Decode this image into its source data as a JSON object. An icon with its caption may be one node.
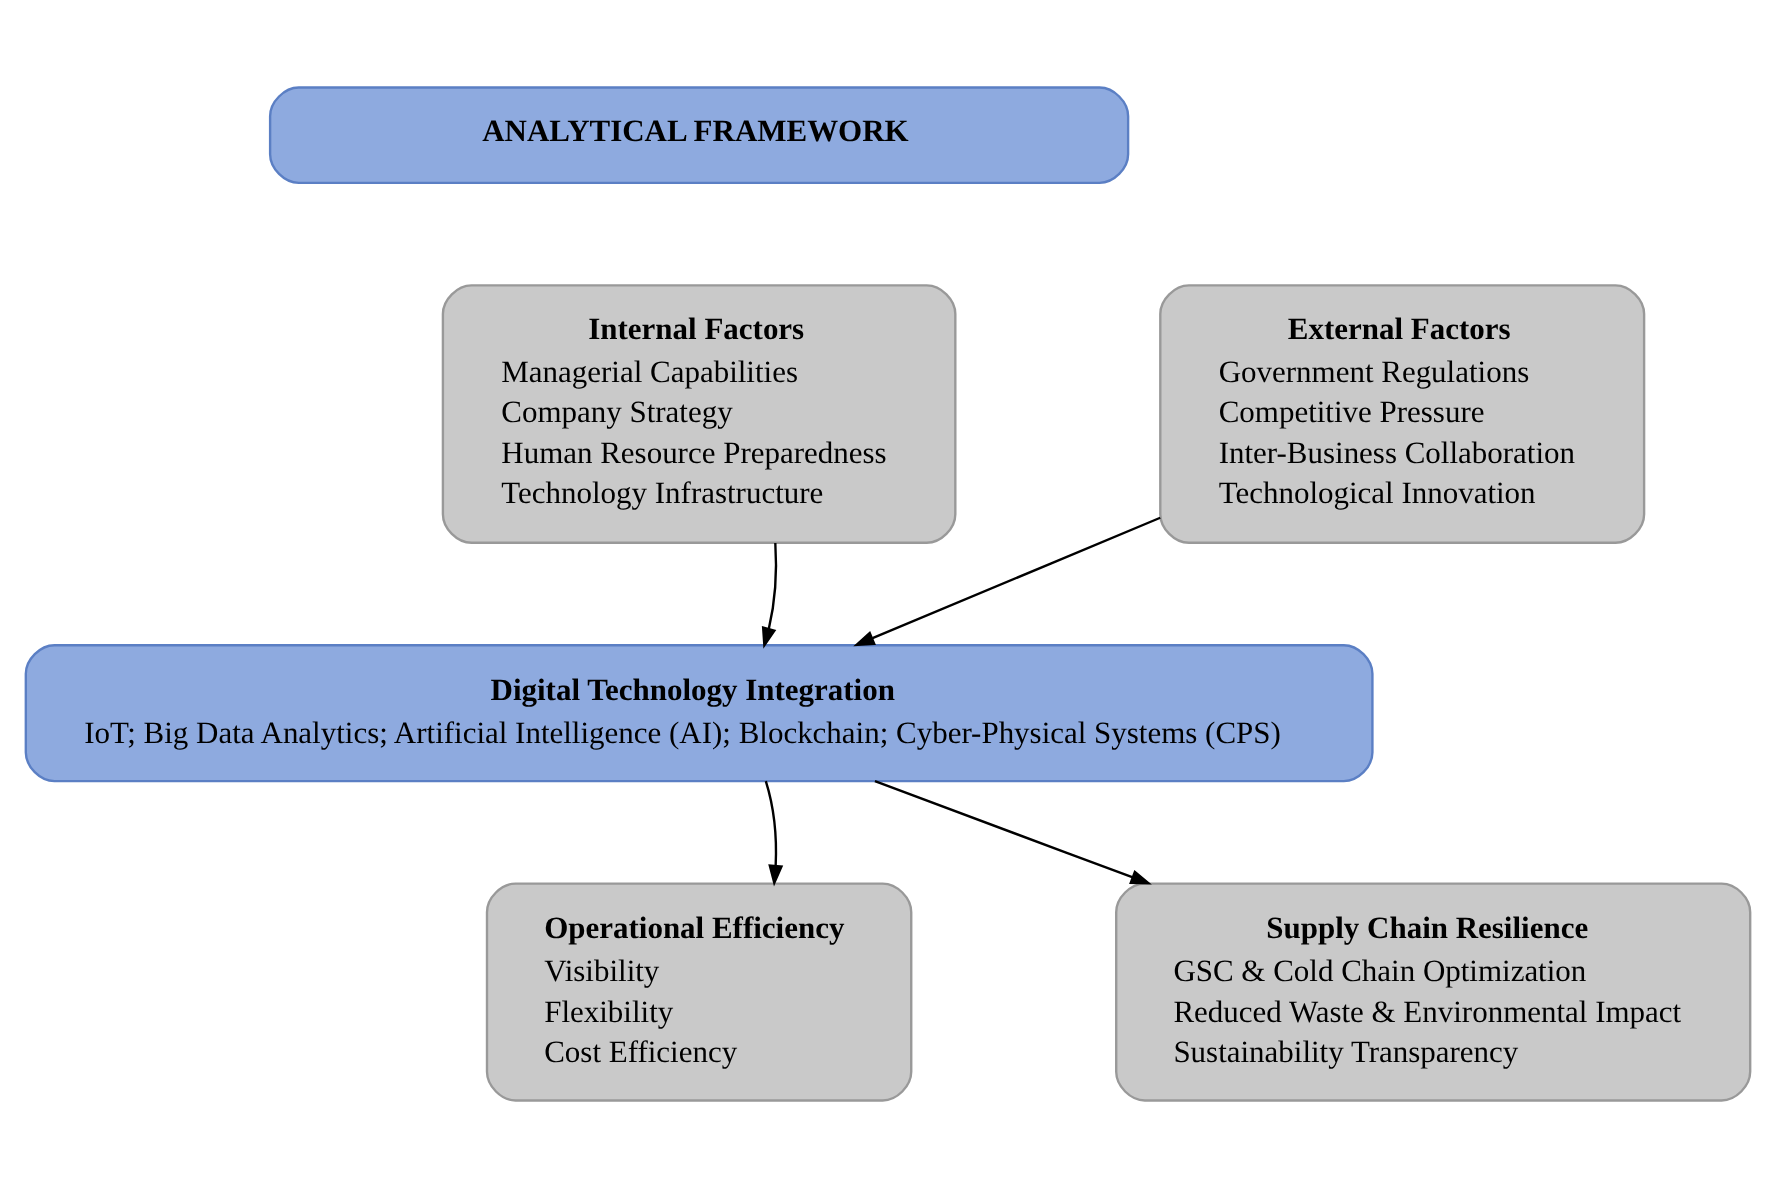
{
  "diagram": {
    "nodes": [
      {
        "text": [
          "ANALYTICAL FRAMEWORK"
        ]
      },
      {
        "text": [
          "Internal Factors",
          "Managerial Capabilities",
          "Company Strategy",
          "Human Resource Preparedness",
          "Technology Infrastructure"
        ]
      },
      {
        "text": [
          "External Factors",
          "Government Regulations",
          "Competitive Pressure",
          "Inter-Business Collaboration",
          "Technological Innovation"
        ]
      },
      {
        "text": [
          "Digital Technology Integration",
          "IoT; Big Data Analytics; Artificial Intelligence (AI); Blockchain; Cyber-Physical Systems (CPS)"
        ]
      },
      {
        "text": [
          "Operational Efficiency",
          "Visibility",
          "Flexibility",
          "Cost Efficiency"
        ]
      },
      {
        "text": [
          "Supply Chain Resilience",
          "GSC & Cold Chain Optimization",
          "Reduced Waste & Environmental Impact",
          "Sustainability Transparency"
        ]
      }
    ],
    "edges": [
      {
        "from": 1,
        "to": 3,
        "arrow": "to"
      },
      {
        "from": 2,
        "to": 3,
        "arrow": "to"
      },
      {
        "from": 3,
        "to": 4,
        "arrow": "to"
      },
      {
        "from": 3,
        "to": 5,
        "arrow": "to"
      }
    ]
  }
}
